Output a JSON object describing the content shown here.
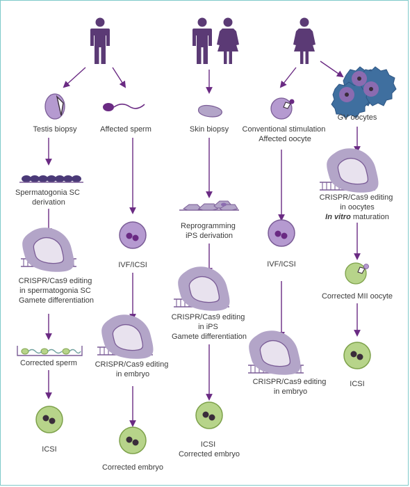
{
  "colors": {
    "arrow": "#6a2a83",
    "person": "#5b3a75",
    "purple_cell_fill": "#b59ad0",
    "purple_cell_stroke": "#7a5c96",
    "green_cell_fill": "#b7d48a",
    "green_cell_stroke": "#7da14a",
    "nucleus": "#3a2d3a",
    "protein_fill": "#e8e2ee",
    "protein_halo": "#b3a5c8",
    "dna": "#7a5c96",
    "gv_outer": "#3f6f9f",
    "gv_inner": "#8b6bb0"
  },
  "columns": {
    "col1": {
      "icon": "male-person-icon",
      "labels": {
        "biopsy": "Testis biopsy",
        "derivation": [
          "Spermatogonia SC",
          "derivation"
        ],
        "editing": [
          "CRISPR/Cas9 editing",
          "in spermatogonia SC",
          "Gamete differentiation"
        ],
        "sperm": "Corrected sperm",
        "icsi": "ICSI"
      }
    },
    "col2": {
      "labels": {
        "sperm": "Affected sperm",
        "ivf": "IVF/ICSI",
        "editing": [
          "CRISPR/Cas9 editing",
          "in embryo"
        ],
        "embryo": "Corrected embryo"
      }
    },
    "col3": {
      "icons": [
        "male-person-icon",
        "female-person-icon"
      ],
      "labels": {
        "biopsy": "Skin biopsy",
        "reprogramming": [
          "Reprogramming",
          "iPS derivation"
        ],
        "editing": [
          "CRISPR/Cas9 editing",
          "in iPS",
          "Gamete differentiation"
        ],
        "result": [
          "ICSI",
          "Corrected embryo"
        ]
      }
    },
    "col4": {
      "icon": "female-person-icon",
      "labels": {
        "stimulation": [
          "Conventional stimulation",
          "Affected oocyte"
        ],
        "ivf": "IVF/ICSI",
        "editing": [
          "CRISPR/Cas9 editing",
          "in embryo"
        ]
      }
    },
    "col5": {
      "labels": {
        "gv": "GV oocytes",
        "editing": [
          "CRISPR/Cas9 editing",
          "in oocytes"
        ],
        "maturation": "In vitro",
        "maturation_rest": " maturation",
        "mii": "Corrected MII oocyte",
        "icsi": "ICSI"
      }
    }
  }
}
